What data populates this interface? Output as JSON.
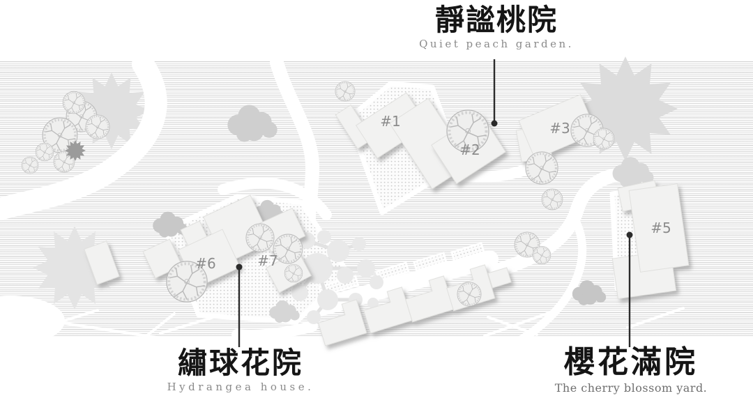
{
  "labels": {
    "top": {
      "title": "靜謐桃院",
      "subtitle": "Quiet peach garden."
    },
    "bottom_left": {
      "title": "繡球花院",
      "subtitle": "Hydrangea house."
    },
    "bottom_right": {
      "title": "櫻花滿院",
      "subtitle": "The cherry blossom yard."
    }
  },
  "buildings": {
    "b1": "#1",
    "b2": "#2",
    "b3": "#3",
    "b5": "#5",
    "b6": "#6",
    "b7": "#7"
  },
  "colors": {
    "title_text": "#151515",
    "subtitle_text": "#8a8a8a",
    "number_text": "#8b8b8b",
    "leader_line": "#2b2b2b",
    "building_fill": "#f2f2f1",
    "building_edge": "#e0e0de",
    "tree_fill": "#efefee",
    "tree_stroke": "#b7b7b7",
    "star_fill": "#e0e0e0",
    "cloud_fill": "#d2d2d2",
    "dot_fill": "#c9c9c9",
    "path_white": "#ffffff"
  }
}
